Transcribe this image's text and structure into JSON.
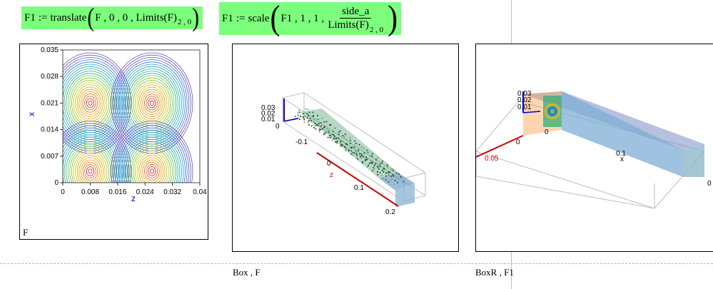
{
  "equations": {
    "eq1": {
      "lhs": "F1",
      "assign": ":=",
      "fn": "translate",
      "args": "F , 0 , 0 , Limits(F)",
      "sub": "2 , 0"
    },
    "eq2": {
      "lhs": "F1",
      "assign": ":=",
      "fn": "scale",
      "args": "F1 , 1 , 1 ,",
      "num": "side_a",
      "den": "Limits(F)",
      "sub": "2 , 0"
    }
  },
  "plots": {
    "contour": {
      "footer": "F",
      "caption": "",
      "ylabel": "x",
      "xlabel": "z",
      "yticks": [
        "0.035",
        "0.028",
        "0.021",
        "0.014",
        "0.007",
        "0"
      ],
      "xticks": [
        "0",
        "0.008",
        "0.016",
        "0.024",
        "0.032",
        "0.04"
      ]
    },
    "box1": {
      "caption": "Box , F",
      "tick_labels": [
        "0.03",
        "0.02",
        "0.01",
        "0",
        "-0.1",
        "0",
        "0.1",
        "0.2"
      ],
      "axis_label": "z",
      "ylabel": "x"
    },
    "box2": {
      "caption": "BoxR , F1",
      "tick_labels": [
        "0.03",
        "0.02",
        "0.01",
        "0",
        "0.05",
        "0",
        "0.1",
        "0"
      ],
      "axis_label": "x"
    }
  },
  "colors": {
    "equation_bg": "#7cff7c",
    "axis_blue": "#0000cc",
    "axis_red": "#cc0000"
  },
  "chart_data": [
    {
      "type": "heatmap",
      "title": "",
      "xlabel": "z",
      "ylabel": "x",
      "xlim": [
        0,
        0.04
      ],
      "ylim": [
        0,
        0.035
      ],
      "x_ticks": [
        0,
        0.008,
        0.016,
        0.024,
        0.032,
        0.04
      ],
      "y_ticks": [
        0,
        0.007,
        0.014,
        0.021,
        0.028,
        0.035
      ],
      "grid": false,
      "peaks": [
        {
          "x": 0.008,
          "y": 0.021
        },
        {
          "x": 0.026,
          "y": 0.021
        },
        {
          "x": 0.008,
          "y": 0.003
        },
        {
          "x": 0.026,
          "y": 0.003
        }
      ]
    }
  ]
}
